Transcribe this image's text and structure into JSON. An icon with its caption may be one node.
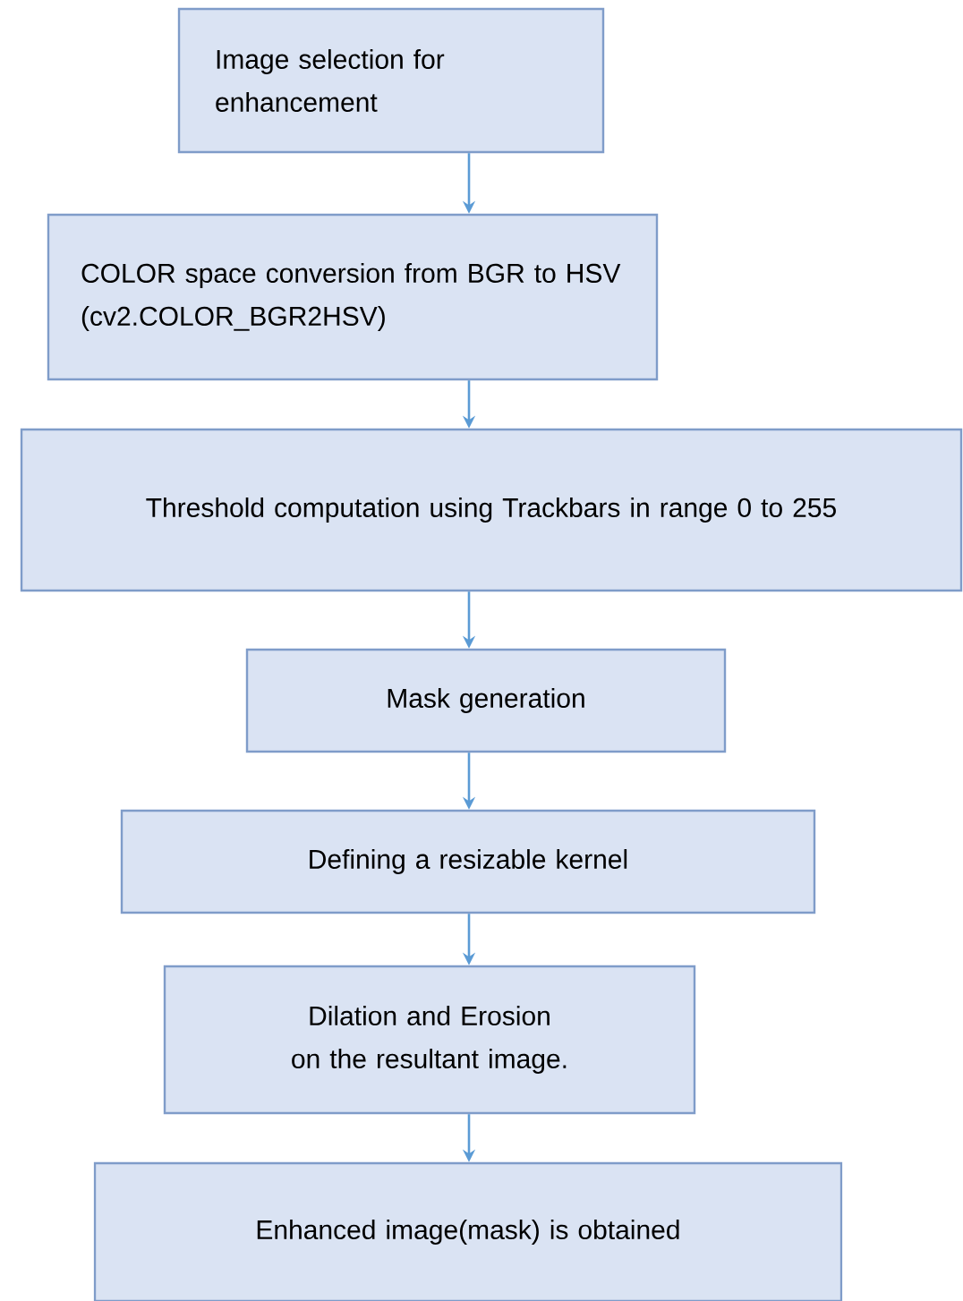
{
  "diagram": {
    "nodes": [
      {
        "text": [
          "Image selection for enhancement"
        ]
      },
      {
        "text": [
          "COLOR space conversion from BGR to HSV (cv2.COLOR_BGR2HSV)"
        ]
      },
      {
        "text": [
          "Threshold computation using Trackbars in range 0 to 255"
        ]
      },
      {
        "text": [
          "Mask generation"
        ]
      },
      {
        "text": [
          "Defining a resizable kernel"
        ]
      },
      {
        "text": [
          "Dilation and Erosion on the resultant image."
        ]
      },
      {
        "text": [
          "Enhanced image(mask) is obtained"
        ]
      }
    ],
    "edges": [
      {
        "from": 0,
        "to": 1,
        "arrow": "to"
      },
      {
        "from": 1,
        "to": 2,
        "arrow": "to"
      },
      {
        "from": 2,
        "to": 3,
        "arrow": "to"
      },
      {
        "from": 3,
        "to": 4,
        "arrow": "to"
      },
      {
        "from": 4,
        "to": 5,
        "arrow": "to"
      },
      {
        "from": 5,
        "to": 6,
        "arrow": "to"
      }
    ]
  }
}
